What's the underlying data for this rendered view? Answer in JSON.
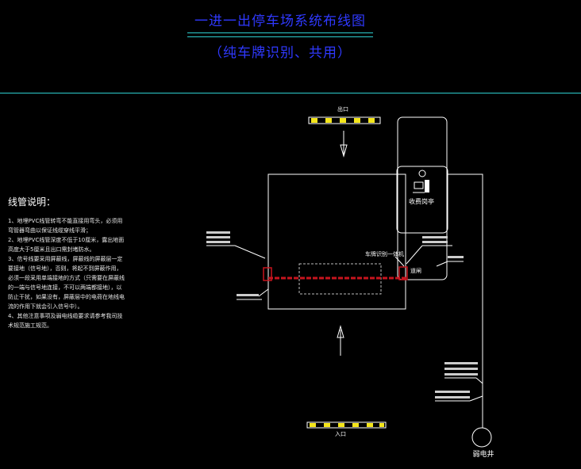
{
  "title": "一进一出停车场系统布线图",
  "subtitle": "（纯车牌识别、共用）",
  "labels": {
    "exit": "出口",
    "entrance": "入口",
    "booth": "收费岗亭",
    "camera_unit": "车牌识别一体机",
    "gate": "道闸",
    "well": "弱电井"
  },
  "notes": {
    "heading": "线管说明：",
    "items": [
      "1、地埋PVC线管转弯不能直接用弯头，必须用弯管器弯曲以保证线缆穿线平滑；",
      "2、地埋PVC线管深度不低于10厘米，露出地面高度大于5厘米且出口需封堵防水。",
      "3、信号线要采用屏蔽线，屏蔽线的屏蔽层一定要接地（信号地），否则，将起不到屏蔽作用，必须一段采用单端接地的方式（只需要在屏蔽线的一端与信号地连接，不可以两端都接地），以防止干扰，如果没有，屏蔽层中的电荷在地线电流的作用下就会引入信号中）。",
      "4、其他注意事项及弱电线缆要求请参考我司技术规范施工规范。"
    ]
  },
  "colors": {
    "title": "#2f39ff",
    "cyan": "#2ecfd0",
    "loop": "#c8141e",
    "barrier_yellow": "#f4e51a"
  }
}
